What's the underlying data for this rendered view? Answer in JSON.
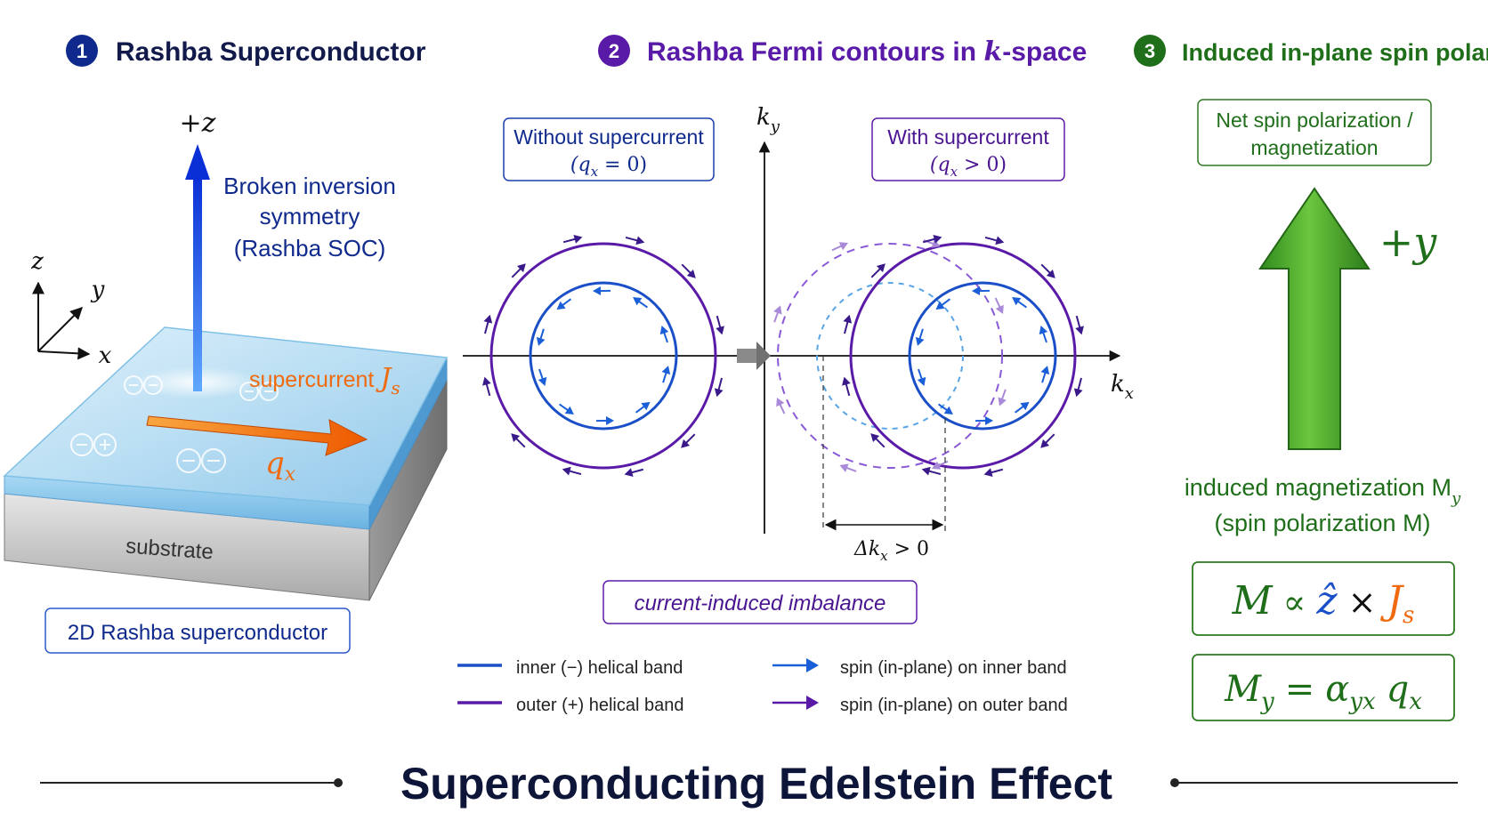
{
  "panels": {
    "p1": {
      "number": "1",
      "title": "Rashba Superconductor",
      "color": "#0f2a8c"
    },
    "p2": {
      "number": "2",
      "title": "Rashba Fermi contours in",
      "title_k": "k",
      "title_suffix": "-space",
      "color": "#5a1aa8"
    },
    "p3": {
      "number": "3",
      "title": "Induced in-plane spin polarization",
      "color": "#1f6e1a"
    }
  },
  "panel1": {
    "plus_z": "+z",
    "broken_line1": "Broken inversion",
    "broken_line2": "symmetry",
    "broken_line3": "(Rashba SOC)",
    "axis_z": "z",
    "axis_y": "y",
    "axis_x": "x",
    "supercurrent_label": "supercurrent",
    "js_symbol": "J",
    "js_sub": "s",
    "q_symbol": "q",
    "q_sub": "x",
    "substrate": "substrate",
    "box_label": "2D Rashba superconductor",
    "pair_symbol": "⊖⊖",
    "pair_symbol2": "⊖⊕"
  },
  "panel2": {
    "ky_label": "k",
    "ky_sub": "y",
    "kx_label": "k",
    "kx_sub": "x",
    "without_line1": "Without supercurrent",
    "without_line2": "(q",
    "without_line2_sub": "x",
    "without_line2_rest": " = 0)",
    "with_line1": "With supercurrent",
    "with_line2": "(q",
    "with_line2_sub": "x",
    "with_line2_rest": " > 0)",
    "delta_label": "Δk",
    "delta_sub": "x",
    "delta_rest": " > 0",
    "imbalance": "current-induced imbalance",
    "legend": [
      {
        "label": "inner (−) helical band",
        "color": "#1a4fc8"
      },
      {
        "label": "outer (+) helical band",
        "color": "#5a1aa8"
      },
      {
        "label": "spin (in-plane) on inner band",
        "color": "#1a5fd8"
      },
      {
        "label": "spin (in-plane) on outer band",
        "color": "#5a1aa8"
      }
    ]
  },
  "panel3": {
    "net_line1": "Net spin polarization /",
    "net_line2": "magnetization",
    "plus_y": "+y",
    "induced_line1": "induced magnetization M",
    "induced_line1_sub": "y",
    "induced_line2": "(spin polarization M)",
    "eq1_m": "M",
    "eq1_prop": "∝",
    "eq1_z": "ẑ",
    "eq1_times": "×",
    "eq1_j": "J",
    "eq1_j_sub": "s",
    "eq2_m": "M",
    "eq2_m_sub": "y",
    "eq2_eq": "=",
    "eq2_alpha": "α",
    "eq2_alpha_sub": "yx",
    "eq2_q": "q",
    "eq2_q_sub": "x"
  },
  "main_title": "Superconducting Edelstein Effect",
  "colors": {
    "navy": "#0f2a8c",
    "purple": "#5a1aa8",
    "green": "#1f6e1a",
    "inner_blue": "#1a4fc8",
    "orange": "#f06a10",
    "arrow_blue": "#1030d0"
  }
}
